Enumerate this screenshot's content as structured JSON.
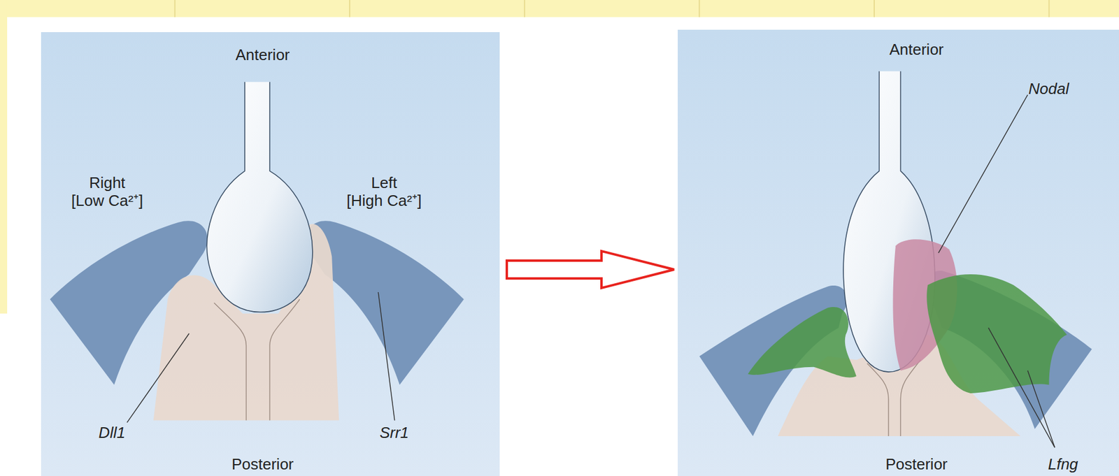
{
  "diagram": {
    "nodes": [
      {
        "text": [
          "Anterior",
          "Right [Low Ca²⁺]",
          "Left [High Ca²⁺]",
          "Dll1",
          "Srr1",
          "Posterior"
        ]
      },
      {
        "text": [
          "Anterior",
          "Nodal",
          "Lfng",
          "Posterior"
        ]
      }
    ],
    "edges": [
      {
        "from": 0,
        "to": 1,
        "arrow": "to"
      }
    ]
  }
}
